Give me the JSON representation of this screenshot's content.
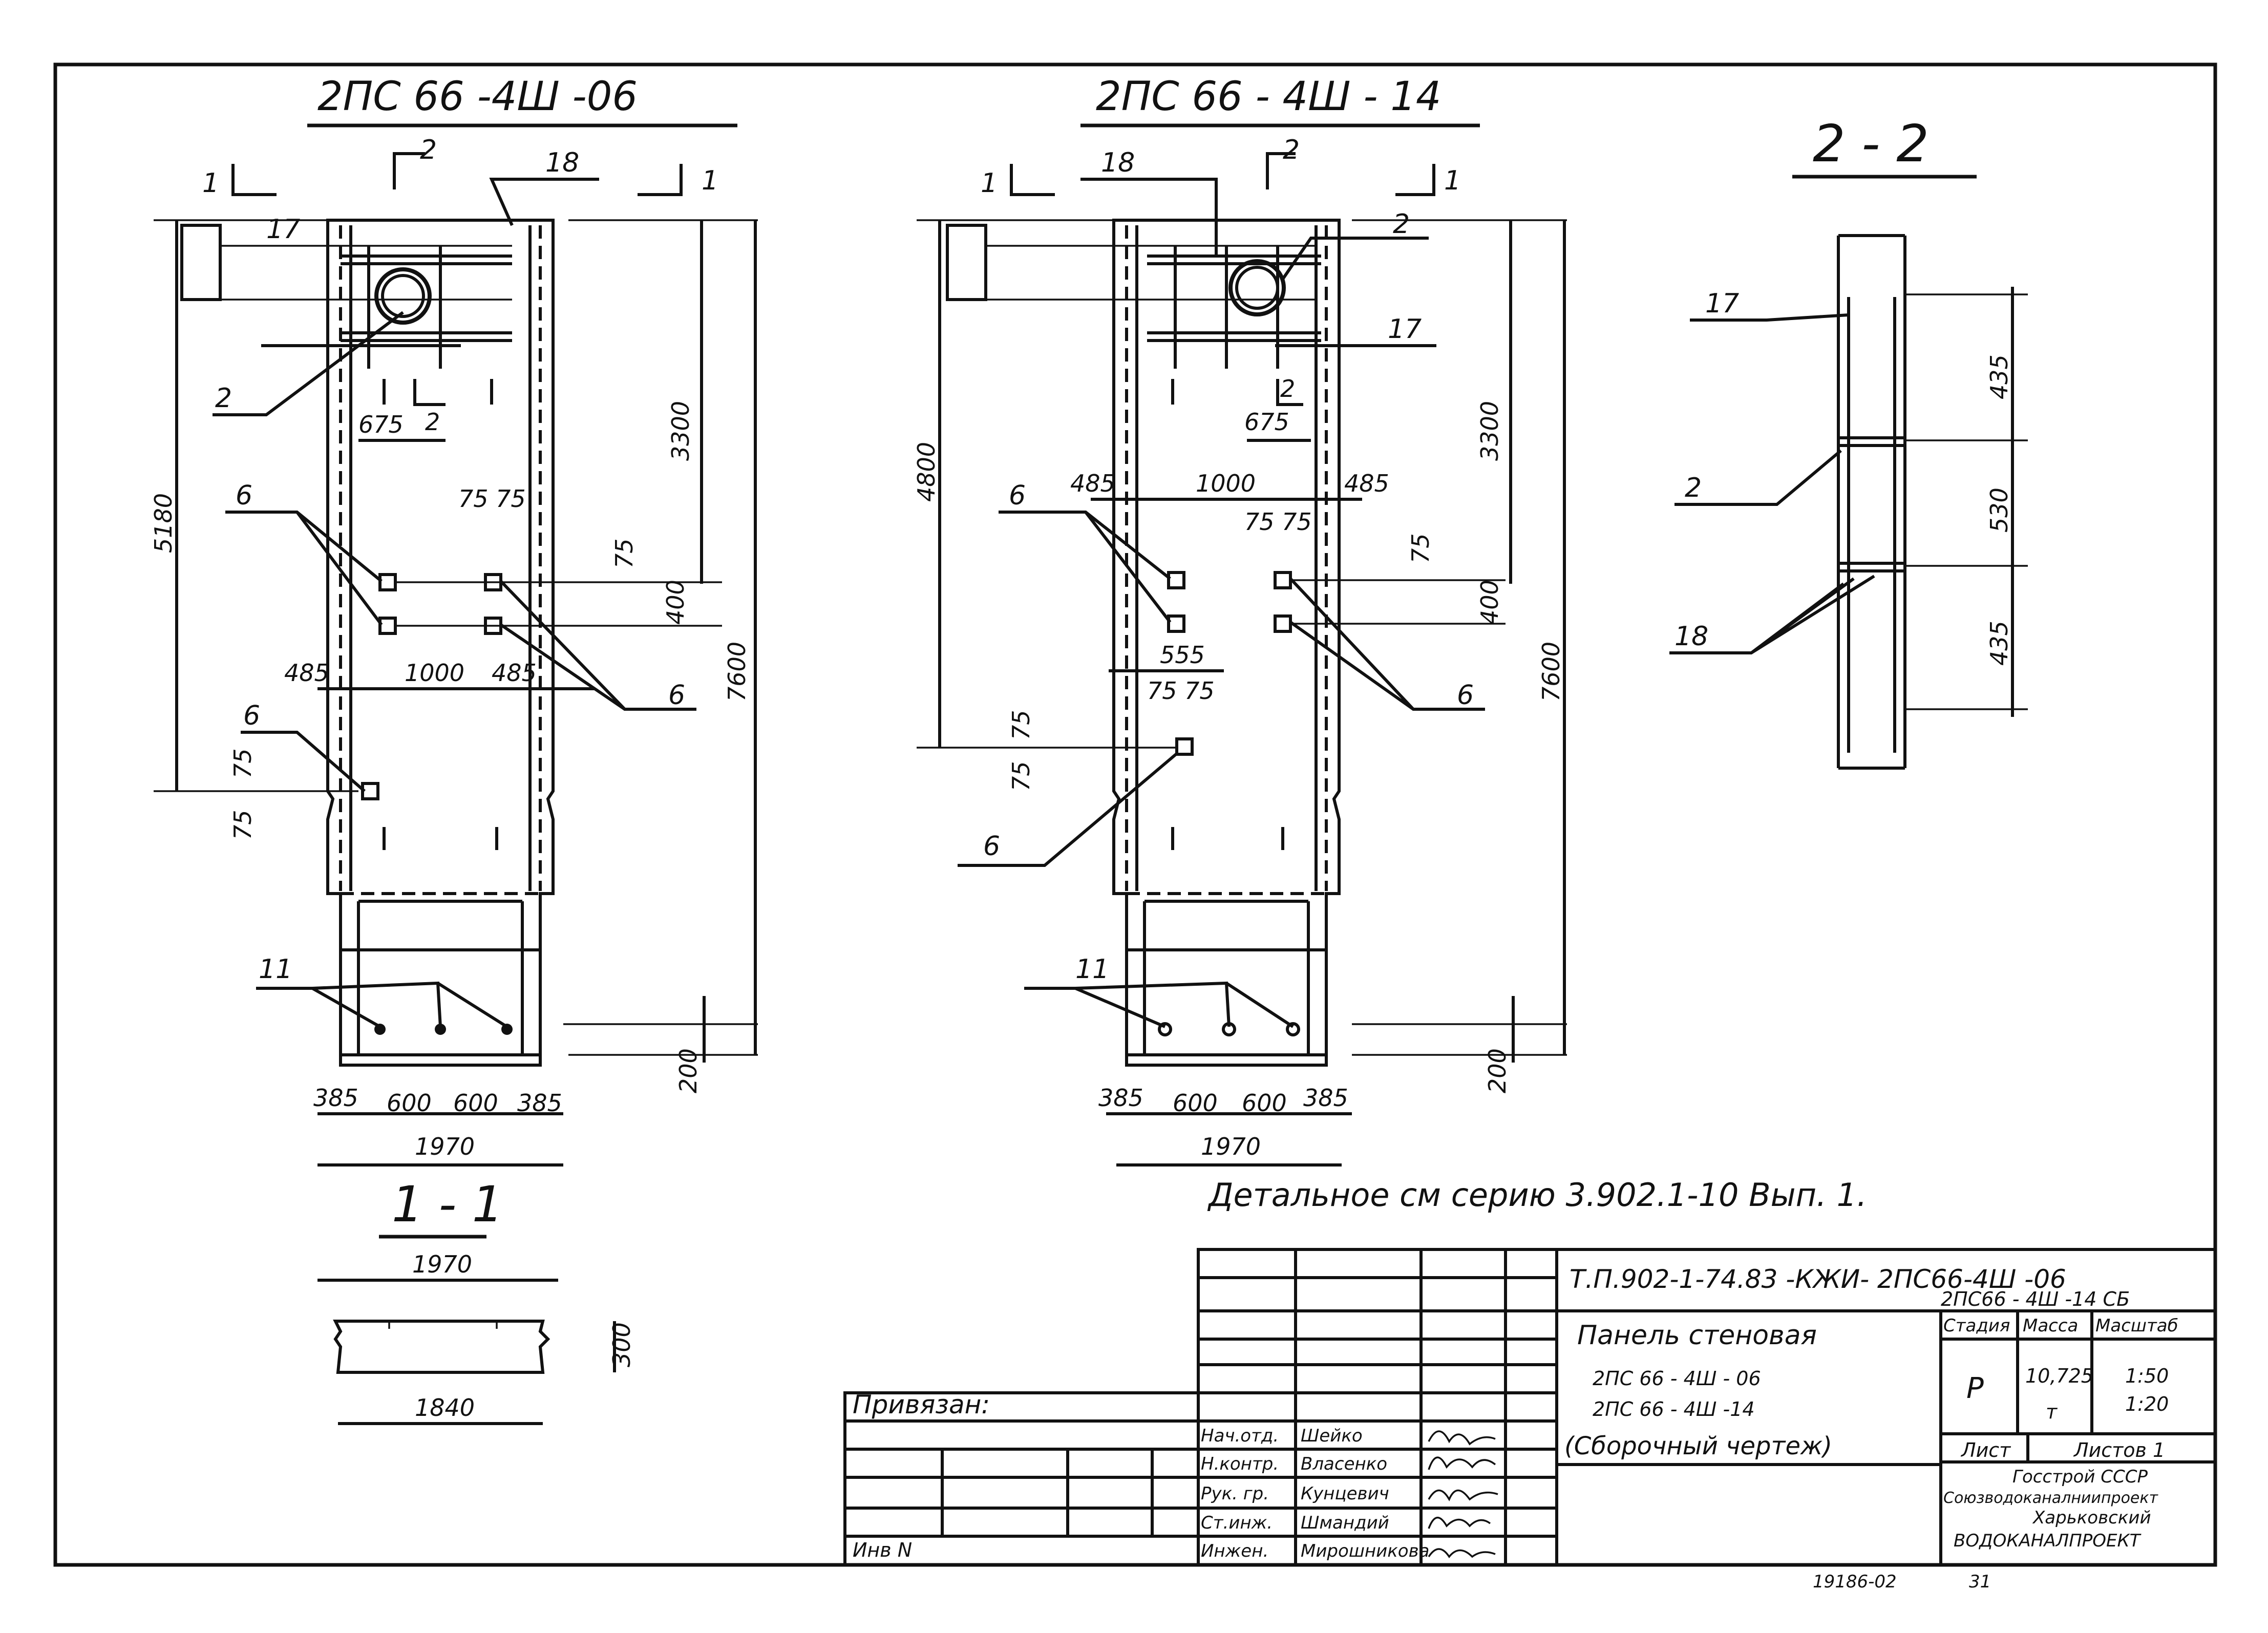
{
  "drawing_a": {
    "title": "2ПС 66 -4Ш -06",
    "section_mark_1": "1",
    "section_mark_2": "2",
    "labels": {
      "pos_17": "17",
      "pos_18": "18",
      "pos_2": "2",
      "pos_6": "6",
      "pos_11": "11"
    },
    "dims": {
      "h_total": "7600",
      "h_upper": "3300",
      "h_side": "5180",
      "h_bottom": "200",
      "v_400": "400",
      "v_75": "75",
      "w_675": "675",
      "w_485_l": "485",
      "w_1000": "1000",
      "w_485_r": "485",
      "w_7575": "75 75",
      "b_385_l": "385",
      "b_600_a": "600",
      "b_600_b": "600",
      "b_385_r": "385",
      "b_total": "1970",
      "side_75_a": "75",
      "side_75_b": "75"
    }
  },
  "drawing_b": {
    "title": "2ПС 66 - 4Ш - 14",
    "labels": {
      "pos_18": "18",
      "pos_2": "2",
      "pos_17": "17",
      "pos_6a": "6",
      "pos_6b": "6",
      "pos_11": "11"
    },
    "dims": {
      "h_total": "7600",
      "h_upper": "3300",
      "h_side": "4800",
      "h_bottom": "200",
      "v_400": "400",
      "v_75": "75",
      "w_675": "675",
      "w_485_l": "485",
      "w_1000": "1000",
      "w_485_r": "485",
      "w_7575": "75 75",
      "w_555": "555",
      "w_7575_b": "75 75",
      "side_75_a": "75",
      "side_75_b": "75",
      "b_385_l": "385",
      "b_600_a": "600",
      "b_600_b": "600",
      "b_385_r": "385",
      "b_total": "1970"
    }
  },
  "section_22": {
    "title": "2 - 2",
    "labels": {
      "pos_17": "17",
      "pos_2": "2",
      "pos_18": "18"
    },
    "dims": {
      "d_435_top": "435",
      "d_530": "530",
      "d_435_bot": "435"
    }
  },
  "section_11": {
    "title": "1 - 1",
    "dims": {
      "width_top": "1970",
      "width_bot": "1840",
      "height": "300"
    }
  },
  "note": "Детальное см серию 3.902.1-10 Вып. 1.",
  "title_block": {
    "doc_code_line1": "Т.П.902-1-74.83 -КЖИ- 2ПС66-4Ш -06",
    "doc_code_line2": "2ПС66 - 4Ш -14 СБ",
    "name_line1": "Панель стеновая",
    "name_line2": "2ПС 66 - 4Ш - 06",
    "name_line3": "2ПС 66 - 4Ш -14",
    "name_line4": "(Сборочный чертеж)",
    "stage_hdr": "Стадия",
    "mass_hdr": "Масса",
    "scale_hdr": "Масштаб",
    "stage_val": "Р",
    "mass_val": "10,725",
    "mass_unit": "т",
    "scale_val1": "1:50",
    "scale_val2": "1:20",
    "sheet_lbl": "Лист",
    "sheets_lbl": "Листов 1",
    "org_line1": "Госстрой СССР",
    "org_line2": "Союзводоканалниипроект",
    "org_line3": "Харьковский",
    "org_line4": "ВОДОКАНАЛПРОЕКТ",
    "privyazan": "Привязан:",
    "inv_no": "Инв N",
    "staff": [
      {
        "role": "Нач.отд.",
        "name": "Шейко"
      },
      {
        "role": "Н.контр.",
        "name": "Власенко"
      },
      {
        "role": "Рук. гр.",
        "name": "Кунцевич"
      },
      {
        "role": "Ст.инж.",
        "name": "Шмандий"
      },
      {
        "role": "Инжен.",
        "name": "Мирошникова"
      }
    ],
    "archive_no": "19186-02",
    "page_no": "31"
  }
}
